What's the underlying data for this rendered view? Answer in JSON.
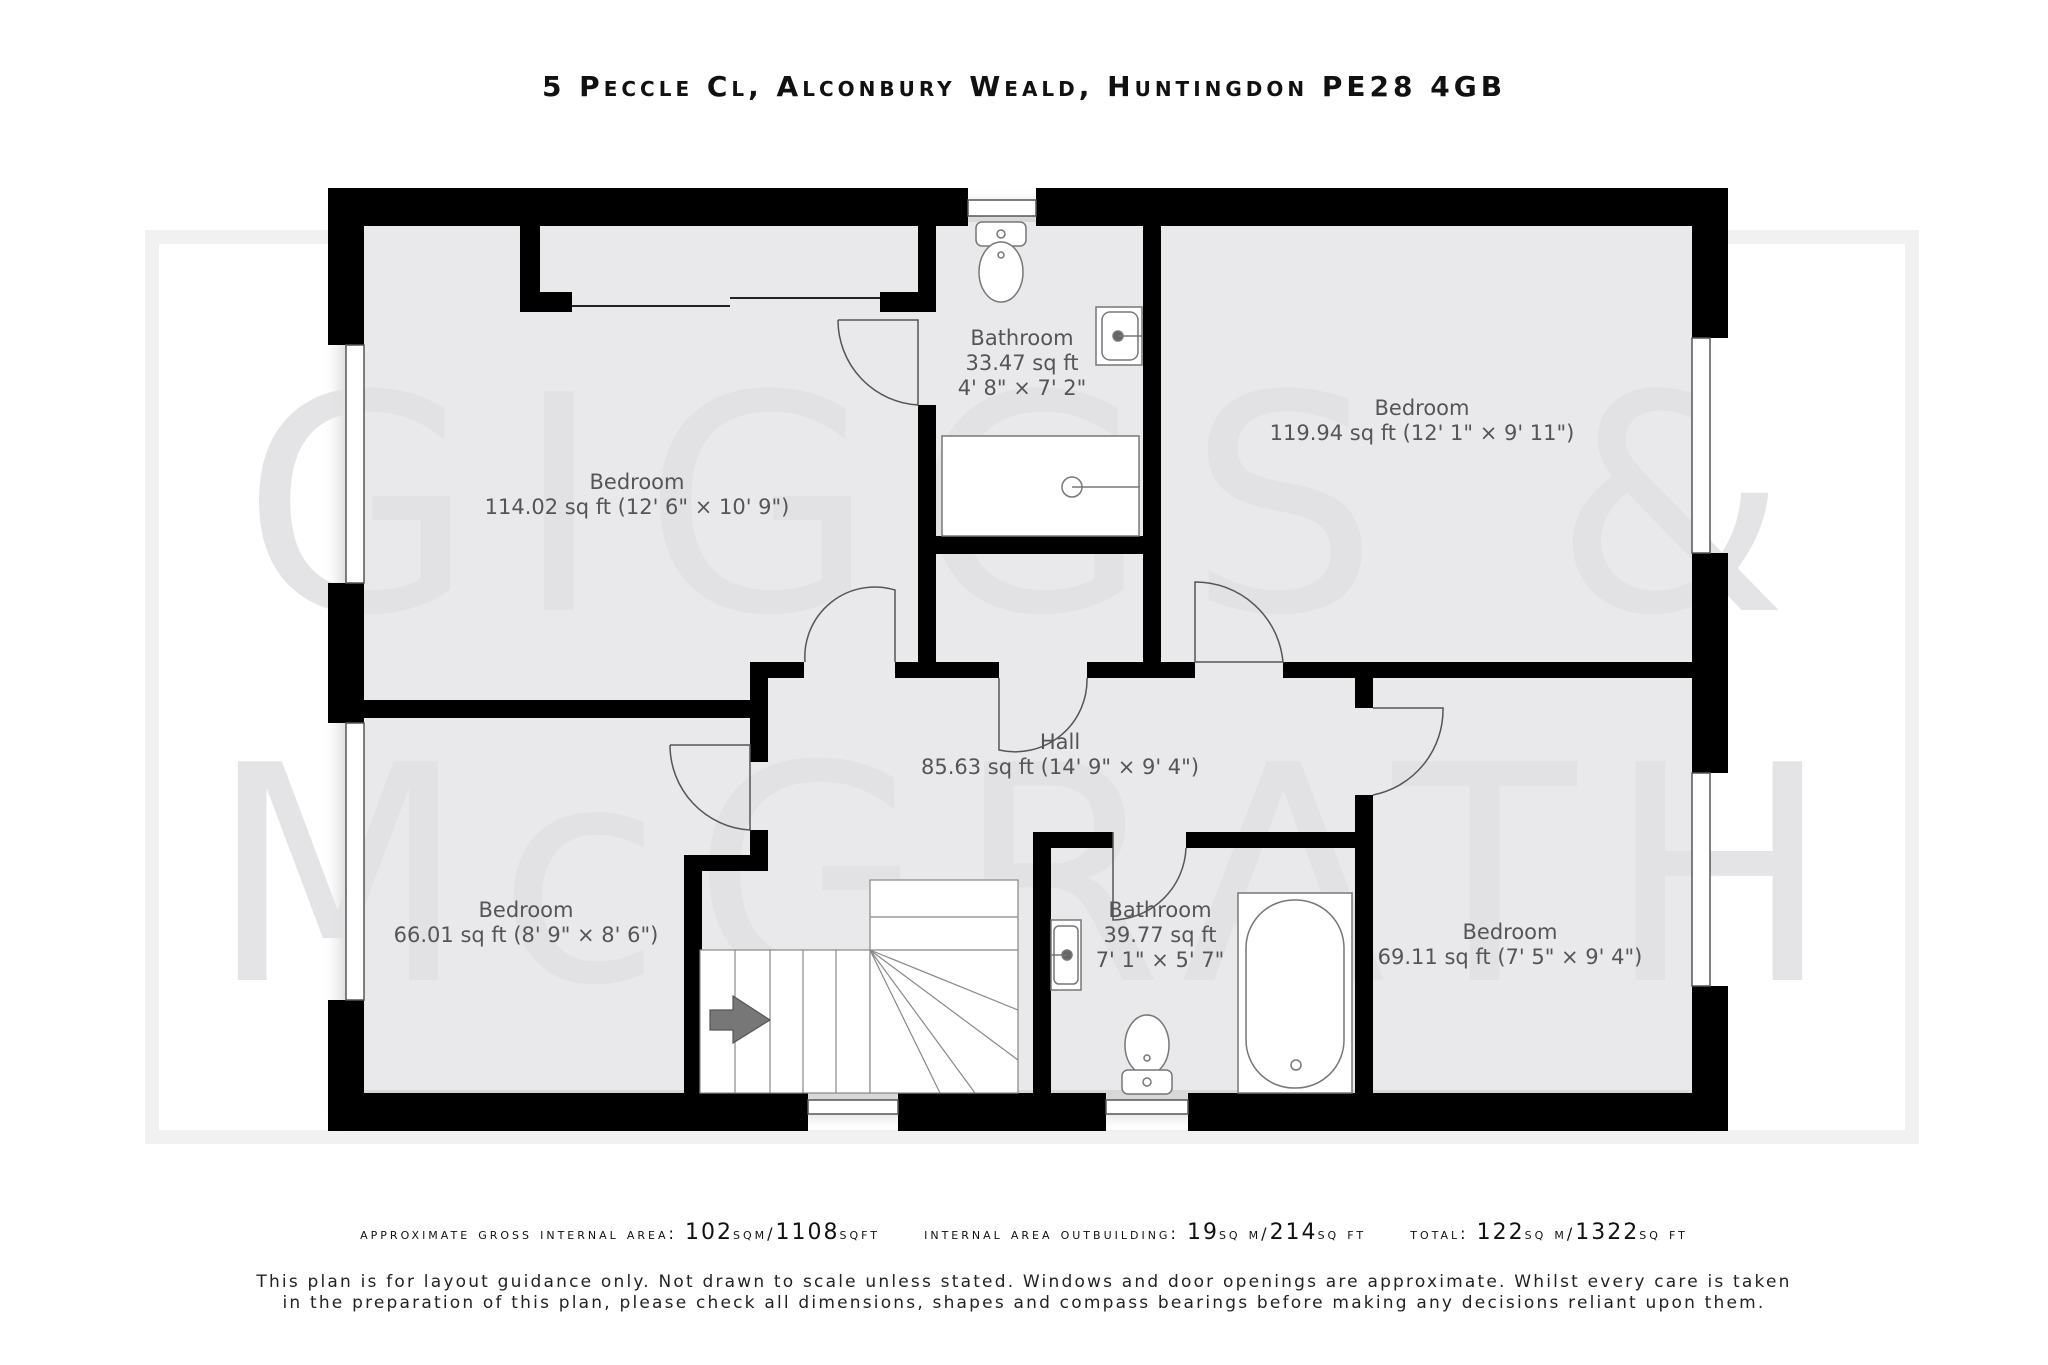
{
  "header": {
    "address": "5 Peccle Cl, Alconbury Weald, Huntingdon PE28 4GB"
  },
  "watermark": {
    "line1": "GIGGS &",
    "line2": "McGRATH"
  },
  "rooms": [
    {
      "id": "bedroom-1",
      "name": "Bedroom",
      "area": "114.02 sq ft (12' 6\" × 10' 9\")"
    },
    {
      "id": "bathroom-1",
      "name": "Bathroom",
      "area": "33.47 sq ft",
      "dims": "4' 8\" × 7' 2\""
    },
    {
      "id": "bedroom-2",
      "name": "Bedroom",
      "area": "119.94 sq ft (12' 1\" × 9' 11\")"
    },
    {
      "id": "hall",
      "name": "Hall",
      "area": "85.63 sq ft (14' 9\" × 9' 4\")"
    },
    {
      "id": "bedroom-3",
      "name": "Bedroom",
      "area": "66.01 sq ft (8' 9\" × 8' 6\")"
    },
    {
      "id": "bathroom-2",
      "name": "Bathroom",
      "area": "39.77 sq ft",
      "dims": "7' 1\" × 5' 7\""
    },
    {
      "id": "bedroom-4",
      "name": "Bedroom",
      "area": "69.11 sq ft (7' 5\" × 9' 4\")"
    }
  ],
  "areas": {
    "gross_label": "approximate gross internal area:",
    "gross_value": "102",
    "gross_unit1": "sqm/",
    "gross_value2": "1108",
    "gross_unit2": "sqft",
    "outbuilding_label": "internal area outbuilding:",
    "outbuilding_value": "19",
    "outbuilding_unit1": "sq m/",
    "outbuilding_value2": "214",
    "outbuilding_unit2": "sq ft",
    "total_label": "total:",
    "total_value": "122",
    "total_unit1": "sq m/",
    "total_value2": "1322",
    "total_unit2": "sq ft"
  },
  "disclaimer": {
    "line1": "This plan is for layout guidance only. Not drawn to scale unless stated. Windows and door openings are approximate. Whilst every care is taken",
    "line2": "in the preparation of this plan, please check all dimensions, shapes and compass bearings before making any decisions reliant upon them."
  },
  "colors": {
    "wall": "#000000",
    "floor": "#e9e9eb",
    "fixture": "#ffffff",
    "watermark": "#e2e2e4",
    "text": "#555555"
  }
}
